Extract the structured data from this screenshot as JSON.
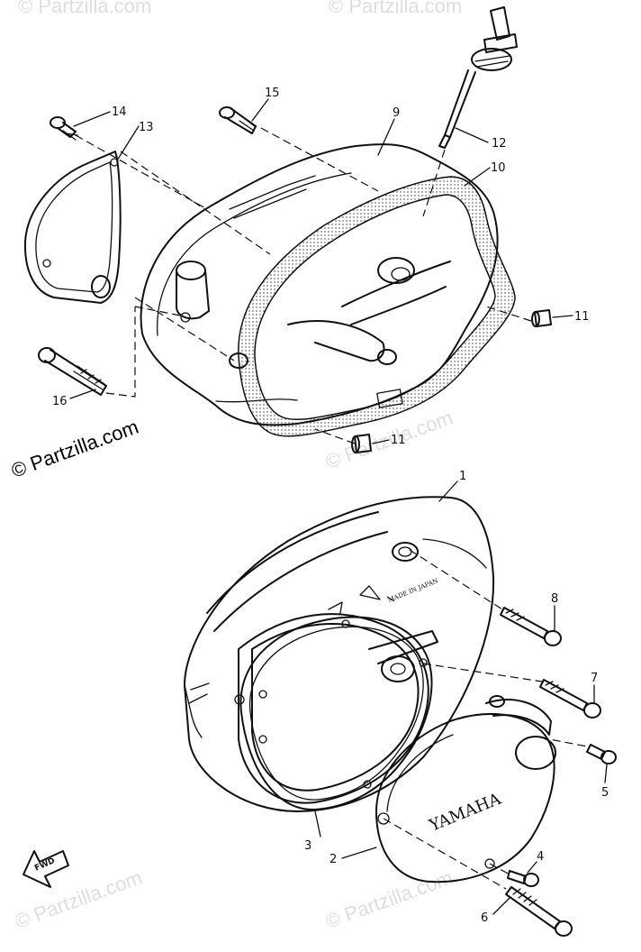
{
  "part_labels": {
    "p1": "1",
    "p2": "2",
    "p3": "3",
    "p4": "4",
    "p5": "5",
    "p6": "6",
    "p7": "7",
    "p8": "8",
    "p9": "9",
    "p10": "10",
    "p11a": "11",
    "p11b": "11",
    "p12": "12",
    "p13": "13",
    "p14": "14",
    "p15": "15",
    "p16": "16"
  },
  "emboss": {
    "brand": "YAMAHA",
    "origin": "MADE IN JAPAN"
  },
  "direction_arrow": {
    "label": "FWD"
  },
  "watermark": {
    "primary": "© Partzilla.com",
    "faint": "© Partzilla.com"
  },
  "colors": {
    "ink": "#111111",
    "background": "#ffffff",
    "watermark_faint": "#dedede"
  }
}
